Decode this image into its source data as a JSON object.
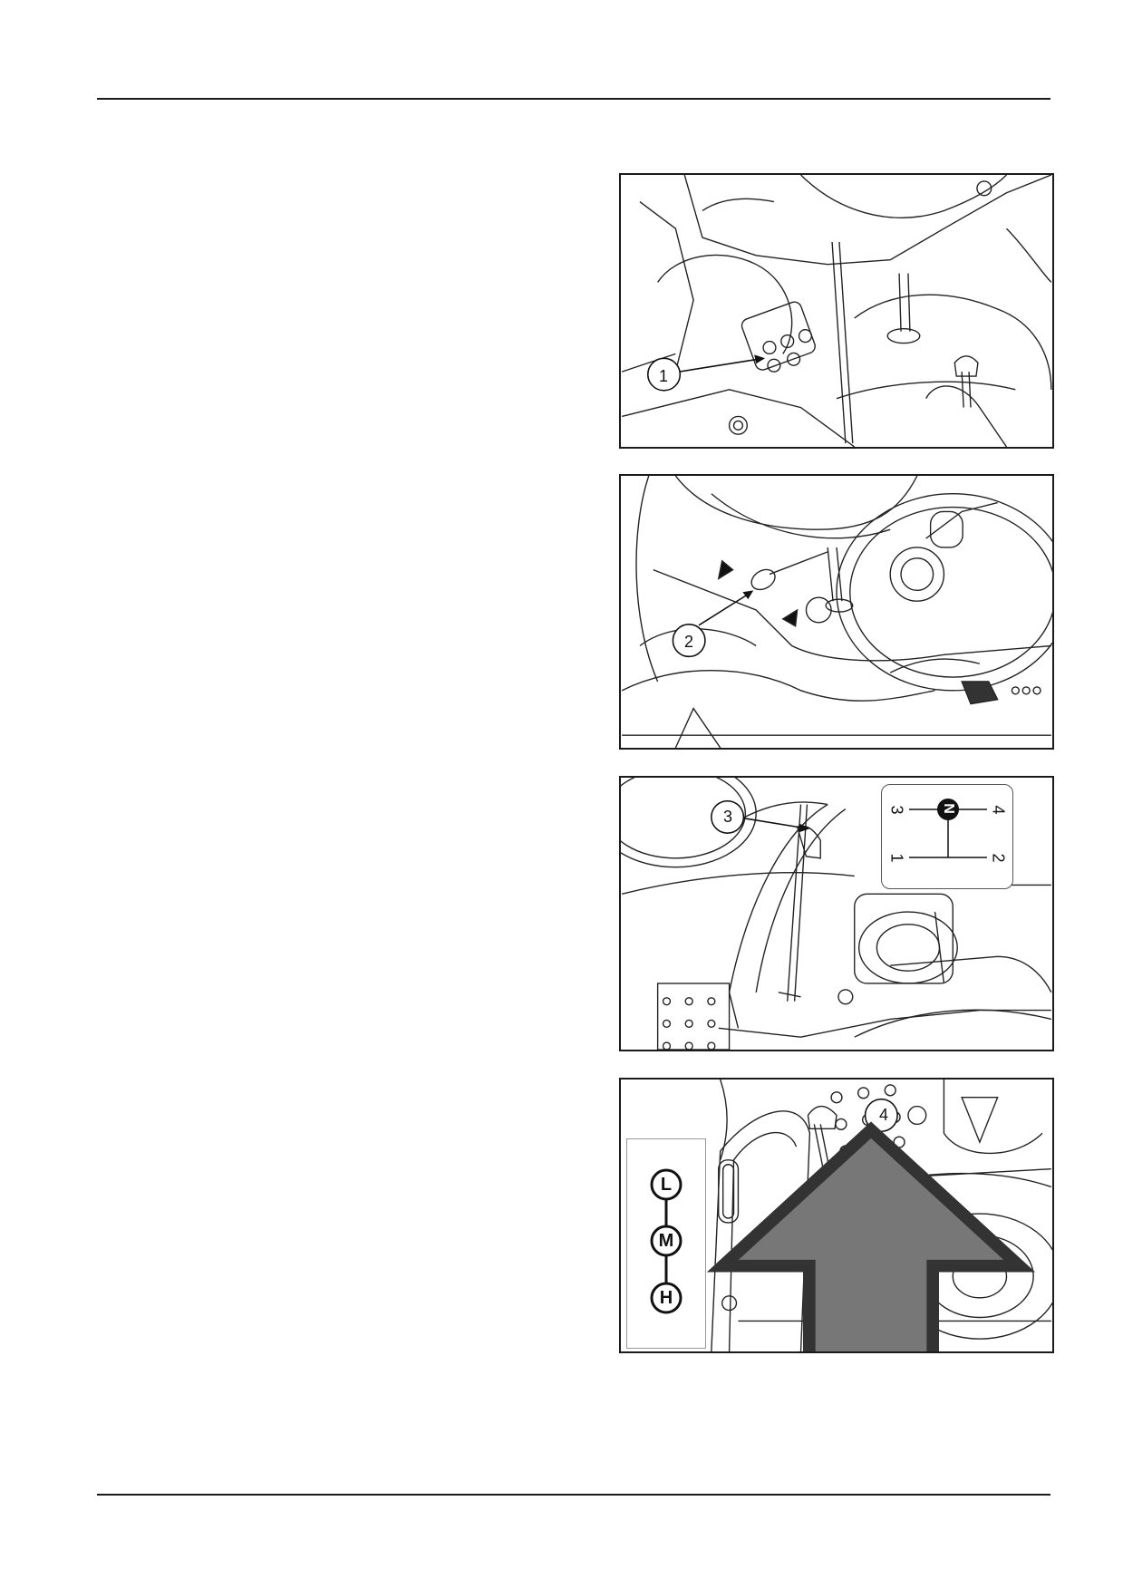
{
  "figures": [
    {
      "id": "figure-1",
      "callouts": [
        "1"
      ]
    },
    {
      "id": "figure-2",
      "callouts": [
        "2"
      ]
    },
    {
      "id": "figure-3",
      "callouts": [
        "3"
      ],
      "shift_pattern": {
        "top_left": "3",
        "center": "N",
        "top_right": "4",
        "bottom_left": "1",
        "bottom_right": "2"
      }
    },
    {
      "id": "figure-4",
      "callouts": [
        "4"
      ],
      "range_positions": [
        "L",
        "M",
        "H"
      ],
      "direction_icon": "arrow-up-icon"
    }
  ]
}
